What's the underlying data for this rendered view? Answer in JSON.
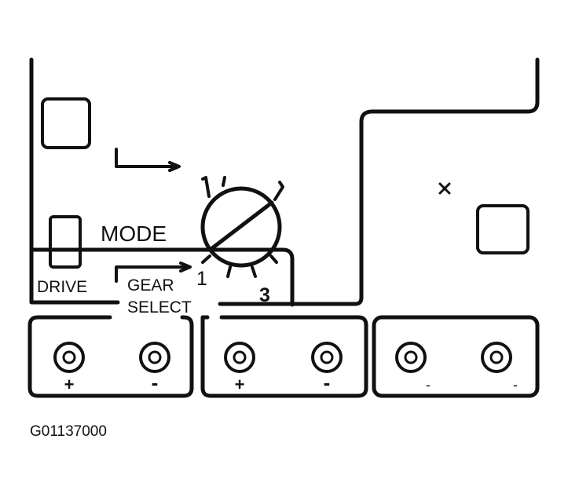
{
  "colors": {
    "ink": "#111111",
    "background": "#ffffff"
  },
  "labels": {
    "mode": "MODE",
    "drive": "DRIVE",
    "gear": "GEAR",
    "select": "SELECT",
    "position_1": "1",
    "position_3": "3",
    "marker": "×",
    "figure_code": "G01137000"
  },
  "terminals": {
    "pair_1": {
      "positive": "+",
      "negative": "-"
    },
    "pair_2": {
      "positive": "+",
      "negative": "-"
    },
    "pair_3": {
      "left": "-",
      "right": "-"
    }
  },
  "icons": {
    "dial": "rotary-selector-dial",
    "terminal": "terminal-post"
  }
}
